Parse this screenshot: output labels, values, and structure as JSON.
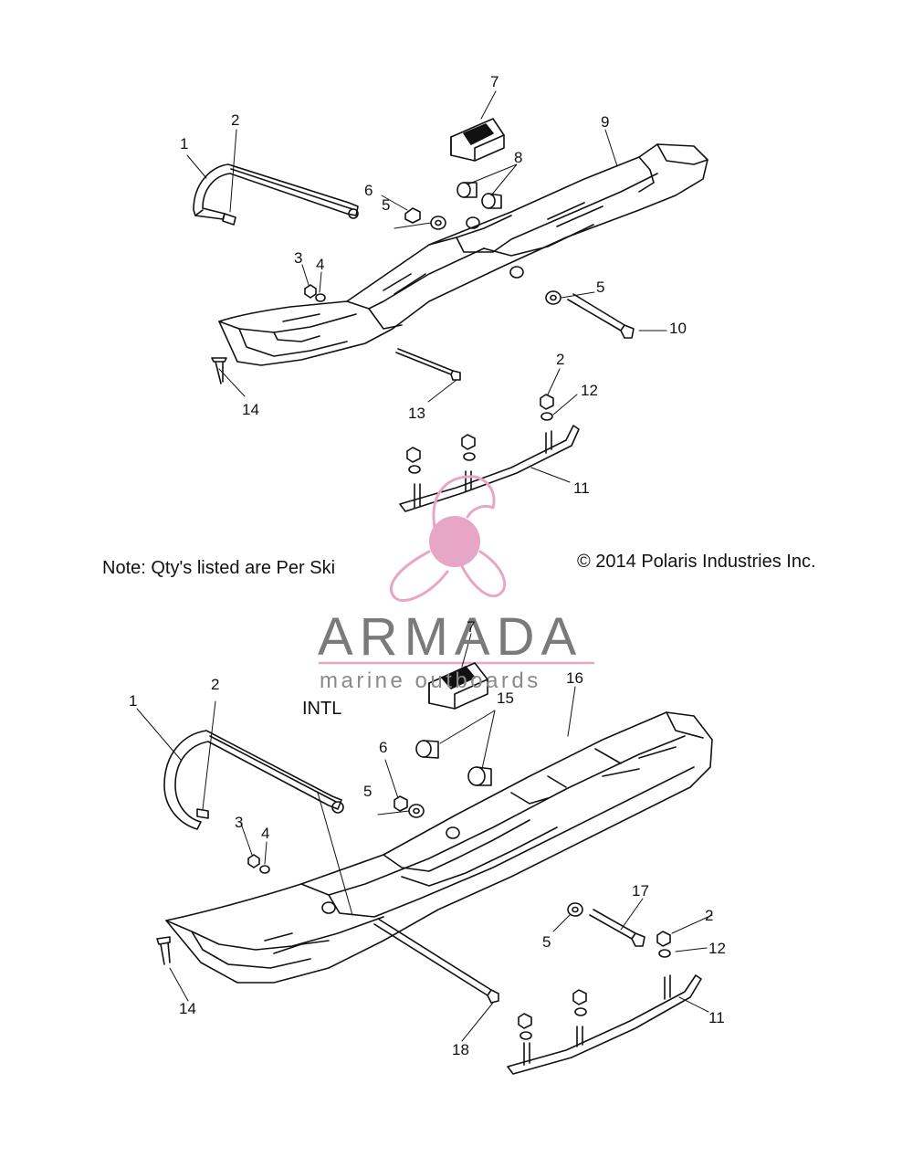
{
  "diagram": {
    "note": "Note: Qty's listed are Per Ski",
    "copyright": "© 2014 Polaris Industries Inc.",
    "intl_label": "INTL",
    "callouts_top": [
      "1",
      "2",
      "7",
      "9",
      "8",
      "6",
      "5",
      "3",
      "4",
      "5",
      "10",
      "14",
      "13",
      "2",
      "12",
      "11"
    ],
    "callouts_bottom": [
      "7",
      "16",
      "2",
      "1",
      "15",
      "6",
      "5",
      "3",
      "4",
      "17",
      "2",
      "5",
      "12",
      "14",
      "11",
      "18"
    ]
  },
  "watermark": {
    "brand": "ARMADA",
    "tagline": "marine outboards",
    "colors": {
      "pink": "#e8a6c6",
      "gray": "#7a7a7a"
    }
  },
  "colors": {
    "line": "#111111",
    "background": "#ffffff"
  }
}
